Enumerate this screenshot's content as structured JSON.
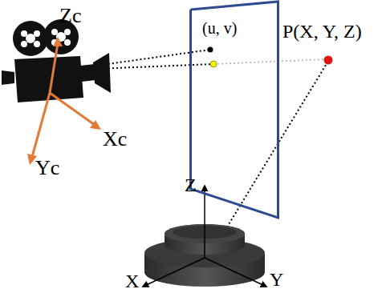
{
  "diagram": {
    "nodes": [
      {
        "text": [
          "(u, v)"
        ]
      }
    ],
    "labels": [
      "Zc",
      "Xc",
      "Yc",
      "P(X, Y, Z)",
      "Z",
      "X",
      "Y"
    ]
  }
}
